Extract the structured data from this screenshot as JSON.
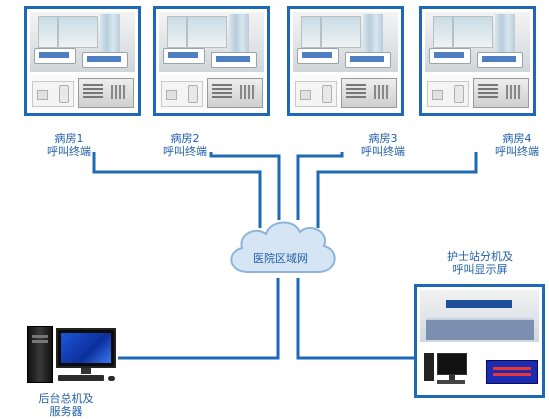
{
  "wards": [
    {
      "name": "病房1",
      "terminal": "呼叫终端"
    },
    {
      "name": "病房2",
      "terminal": "呼叫终端"
    },
    {
      "name": "病房3",
      "terminal": "呼叫终端"
    },
    {
      "name": "病房4",
      "terminal": "呼叫终端"
    }
  ],
  "network": {
    "label": "医院区域网"
  },
  "nurse_station": {
    "line1": "护士站分机及",
    "line2": "呼叫显示屏"
  },
  "server": {
    "line1": "后台总机及",
    "line2": "服务器"
  },
  "colors": {
    "frame": "#1f68b6",
    "line": "#1f68b6",
    "text": "#1f5fa8",
    "cloud": "#c9ddf0"
  }
}
